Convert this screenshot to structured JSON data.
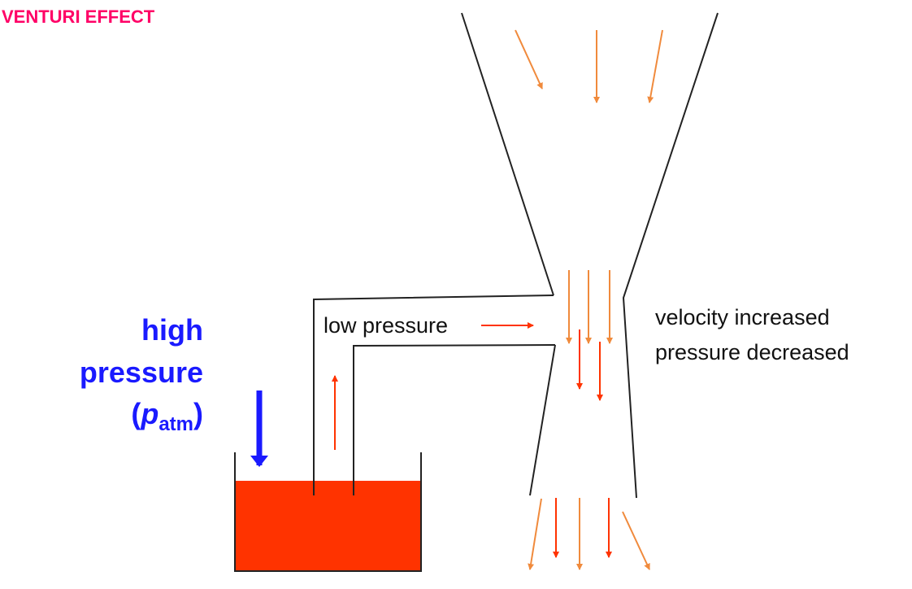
{
  "title": "VENTURI EFFECT",
  "labels": {
    "low_pressure": "low pressure",
    "velocity": "velocity increased",
    "pressure_dec": "pressure decreased",
    "high": "high",
    "pressure": "pressure",
    "patm_open": "(",
    "patm_p": "p",
    "patm_sub": "atm",
    "patm_close": ")"
  },
  "colors": {
    "title": "#ff0066",
    "high_pressure": "#1a1aff",
    "liquid": "#ff3300",
    "orange_arrow": "#f08a3c",
    "red_arrow": "#ff3300",
    "outline": "#333333"
  }
}
